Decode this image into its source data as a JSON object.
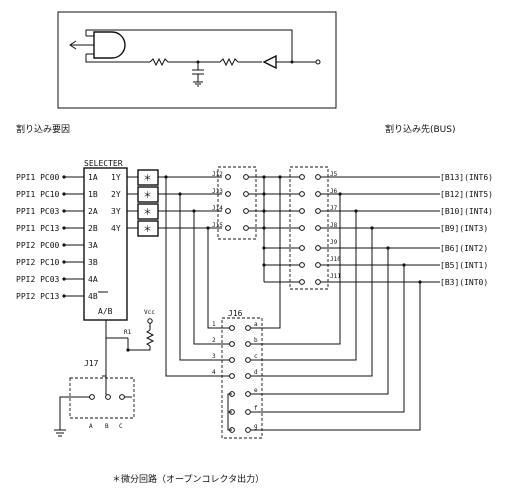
{
  "labels": {
    "source": "割り込み要因",
    "destination": "割り込み先(BUS)",
    "footnote": "＊微分回路（オープンコレクタ出力）",
    "selecter": "SELECTER",
    "ab": "A/B",
    "vcc": "Vcc",
    "r1": "R1",
    "j17": "J17",
    "j16": "J16",
    "star": "＊"
  },
  "inputs": [
    {
      "name": "PPI1 PC00",
      "pin": "1A"
    },
    {
      "name": "PPI1 PC10",
      "pin": "1B"
    },
    {
      "name": "PPI1 PC03",
      "pin": "2A"
    },
    {
      "name": "PPI1 PC13",
      "pin": "2B"
    },
    {
      "name": "PPI2 PC00",
      "pin": "3A"
    },
    {
      "name": "PPI2 PC10",
      "pin": "3B"
    },
    {
      "name": "PPI2 PC03",
      "pin": "4A"
    },
    {
      "name": "PPI2 PC13",
      "pin": "4B"
    }
  ],
  "outputs": [
    "1Y",
    "2Y",
    "3Y",
    "4Y"
  ],
  "jumpers_left": [
    "J12",
    "J13",
    "J14",
    "J15"
  ],
  "jumpers_right": [
    "J5",
    "J6",
    "J7",
    "J8",
    "J9",
    "J10",
    "J11"
  ],
  "bus": [
    "[B13](INT6)",
    "[B12](INT5)",
    "[B10](INT4)",
    "[B9](INT3)",
    "[B6](INT2)",
    "[B5](INT1)",
    "[B3](INT0)"
  ],
  "j16_rows": [
    "1",
    "2",
    "3",
    "4"
  ],
  "j16_pins": [
    "a",
    "b",
    "c",
    "d",
    "e",
    "f",
    "g"
  ],
  "j17_pins": [
    "A",
    "B",
    "C"
  ]
}
